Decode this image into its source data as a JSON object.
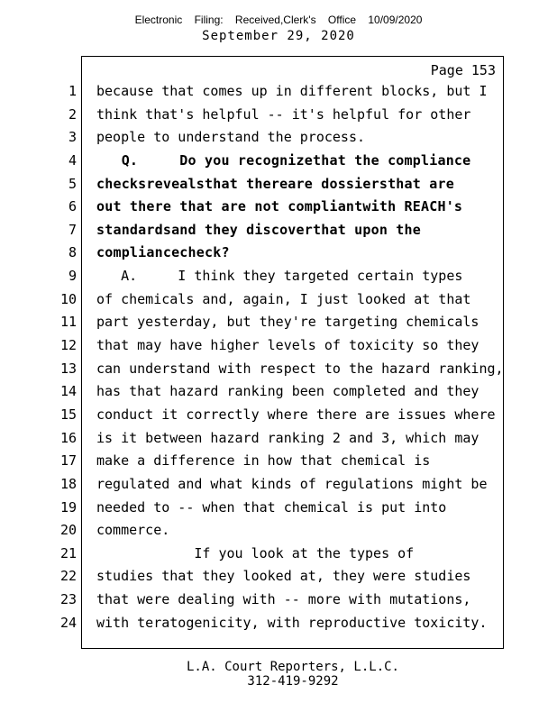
{
  "palette": {
    "page_background": "#ffffff",
    "text_color": "#000000",
    "border_color": "#000000"
  },
  "header": {
    "filing_stamp": "Electronic Filing: Received,Clerk's Office 10/09/2020",
    "hearing_date": "September 29, 2020"
  },
  "transcript": {
    "page_label": "Page 153",
    "lines": [
      {
        "num": "1",
        "text": "because that comes up in different blocks, but I",
        "bold": false
      },
      {
        "num": "2",
        "text": "think that's helpful -- it's helpful for other",
        "bold": false
      },
      {
        "num": "3",
        "text": "people to understand the process.",
        "bold": false
      },
      {
        "num": "4",
        "text": "   Q.     Do you recognizethat the compliance",
        "bold": true
      },
      {
        "num": "5",
        "text": "checksrevealsthat thereare dossiersthat are",
        "bold": true
      },
      {
        "num": "6",
        "text": "out there that are not compliantwith REACH's",
        "bold": true
      },
      {
        "num": "7",
        "text": "standardsand they discoverthat upon the",
        "bold": true
      },
      {
        "num": "8",
        "text": "compliancecheck?",
        "bold": true
      },
      {
        "num": "9",
        "text": "   A.     I think they targeted certain types",
        "bold": false
      },
      {
        "num": "10",
        "text": "of chemicals and, again, I just looked at that",
        "bold": false
      },
      {
        "num": "11",
        "text": "part yesterday, but they're targeting chemicals",
        "bold": false
      },
      {
        "num": "12",
        "text": "that may have higher levels of toxicity so they",
        "bold": false
      },
      {
        "num": "13",
        "text": "can understand with respect to the hazard ranking,",
        "bold": false
      },
      {
        "num": "14",
        "text": "has that hazard ranking been completed and they",
        "bold": false
      },
      {
        "num": "15",
        "text": "conduct it correctly where there are issues where",
        "bold": false
      },
      {
        "num": "16",
        "text": "is it between hazard ranking 2 and 3, which may",
        "bold": false
      },
      {
        "num": "17",
        "text": "make a difference in how that chemical is",
        "bold": false
      },
      {
        "num": "18",
        "text": "regulated and what kinds of regulations might be",
        "bold": false
      },
      {
        "num": "19",
        "text": "needed to -- when that chemical is put into",
        "bold": false
      },
      {
        "num": "20",
        "text": "commerce.",
        "bold": false
      },
      {
        "num": "21",
        "text": "            If you look at the types of",
        "bold": false
      },
      {
        "num": "22",
        "text": "studies that they looked at, they were studies",
        "bold": false
      },
      {
        "num": "23",
        "text": "that were dealing with -- more with mutations,",
        "bold": false
      },
      {
        "num": "24",
        "text": "with teratogenicity, with reproductive toxicity.",
        "bold": false
      }
    ]
  },
  "footer": {
    "reporter": "L.A. Court Reporters, L.L.C.",
    "phone": "312-419-9292"
  }
}
